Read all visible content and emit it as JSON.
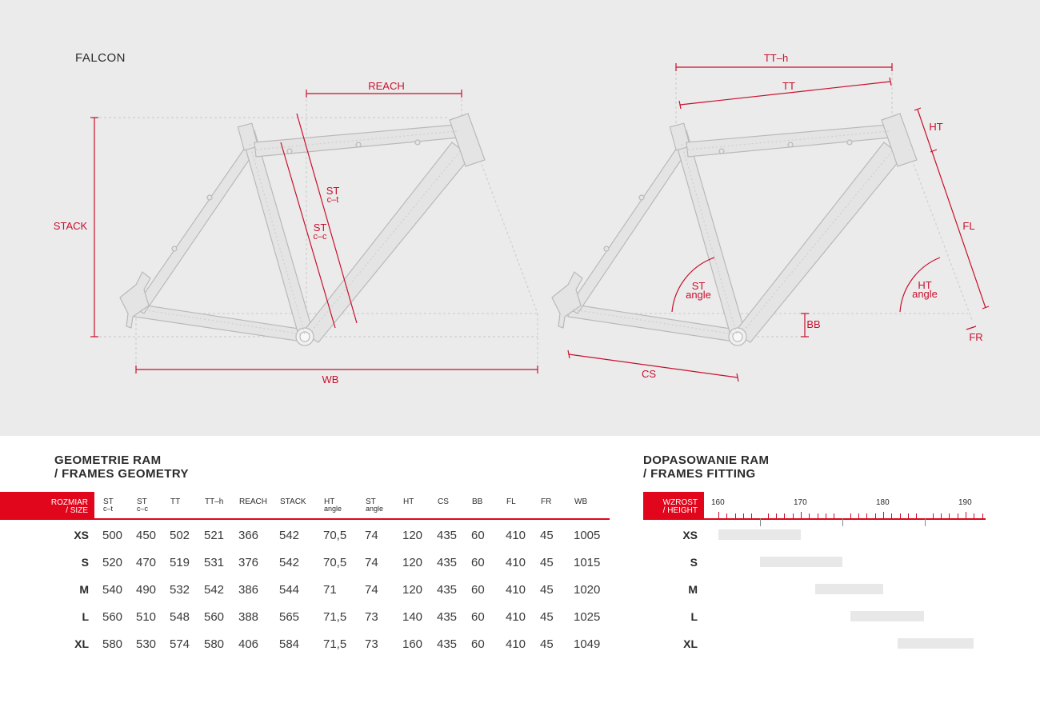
{
  "model": "FALCON",
  "diagram_labels": {
    "reach": "REACH",
    "stack": "STACK",
    "st_ct_1": "ST",
    "st_ct_2": "c–t",
    "st_cc_1": "ST",
    "st_cc_2": "c–c",
    "wb": "WB",
    "tt_h": "TT–h",
    "tt": "TT",
    "ht": "HT",
    "fl": "FL",
    "st_angle_1": "ST",
    "st_angle_2": "angle",
    "ht_angle_1": "HT",
    "ht_angle_2": "angle",
    "bb": "BB",
    "cs": "CS",
    "fr": "FR"
  },
  "geometry": {
    "title_line1": "GEOMETRIE RAM",
    "title_line2": "/ FRAMES GEOMETRY",
    "size_header_line1": "ROZMIAR",
    "size_header_line2": "/ SIZE",
    "columns": [
      {
        "l1": "ST",
        "l2": "c–t"
      },
      {
        "l1": "ST",
        "l2": "c–c"
      },
      {
        "l1": "TT",
        "l2": ""
      },
      {
        "l1": "TT–h",
        "l2": ""
      },
      {
        "l1": "REACH",
        "l2": ""
      },
      {
        "l1": "STACK",
        "l2": ""
      },
      {
        "l1": "HT",
        "l2": "angle"
      },
      {
        "l1": "ST",
        "l2": "angle"
      },
      {
        "l1": "HT",
        "l2": ""
      },
      {
        "l1": "CS",
        "l2": ""
      },
      {
        "l1": "BB",
        "l2": ""
      },
      {
        "l1": "FL",
        "l2": ""
      },
      {
        "l1": "FR",
        "l2": ""
      },
      {
        "l1": "WB",
        "l2": ""
      }
    ],
    "rows": [
      {
        "size": "XS",
        "values": [
          "500",
          "450",
          "502",
          "521",
          "366",
          "542",
          "70,5",
          "74",
          "120",
          "435",
          "60",
          "410",
          "45",
          "1005"
        ]
      },
      {
        "size": "S",
        "values": [
          "520",
          "470",
          "519",
          "531",
          "376",
          "542",
          "70,5",
          "74",
          "120",
          "435",
          "60",
          "410",
          "45",
          "1015"
        ]
      },
      {
        "size": "M",
        "values": [
          "540",
          "490",
          "532",
          "542",
          "386",
          "544",
          "71",
          "74",
          "120",
          "435",
          "60",
          "410",
          "45",
          "1020"
        ]
      },
      {
        "size": "L",
        "values": [
          "560",
          "510",
          "548",
          "560",
          "388",
          "565",
          "71,5",
          "73",
          "140",
          "435",
          "60",
          "410",
          "45",
          "1025"
        ]
      },
      {
        "size": "XL",
        "values": [
          "580",
          "530",
          "574",
          "580",
          "406",
          "584",
          "71,5",
          "73",
          "160",
          "435",
          "60",
          "410",
          "45",
          "1049"
        ]
      }
    ]
  },
  "fitting": {
    "title_line1": "DOPASOWANIE RAM",
    "title_line2": "/ FRAMES FITTING",
    "height_header_line1": "WZROST",
    "height_header_line2": "/ HEIGHT",
    "axis_labels": [
      "160",
      "170",
      "180",
      "190"
    ],
    "axis_min": 160,
    "axis_max": 192,
    "ranges": [
      {
        "size": "XS",
        "from": 160,
        "to": 170
      },
      {
        "size": "S",
        "from": 165,
        "to": 175
      },
      {
        "size": "M",
        "from": 171.7,
        "to": 180
      },
      {
        "size": "L",
        "from": 176,
        "to": 185
      },
      {
        "size": "XL",
        "from": 181.7,
        "to": 191
      }
    ]
  }
}
